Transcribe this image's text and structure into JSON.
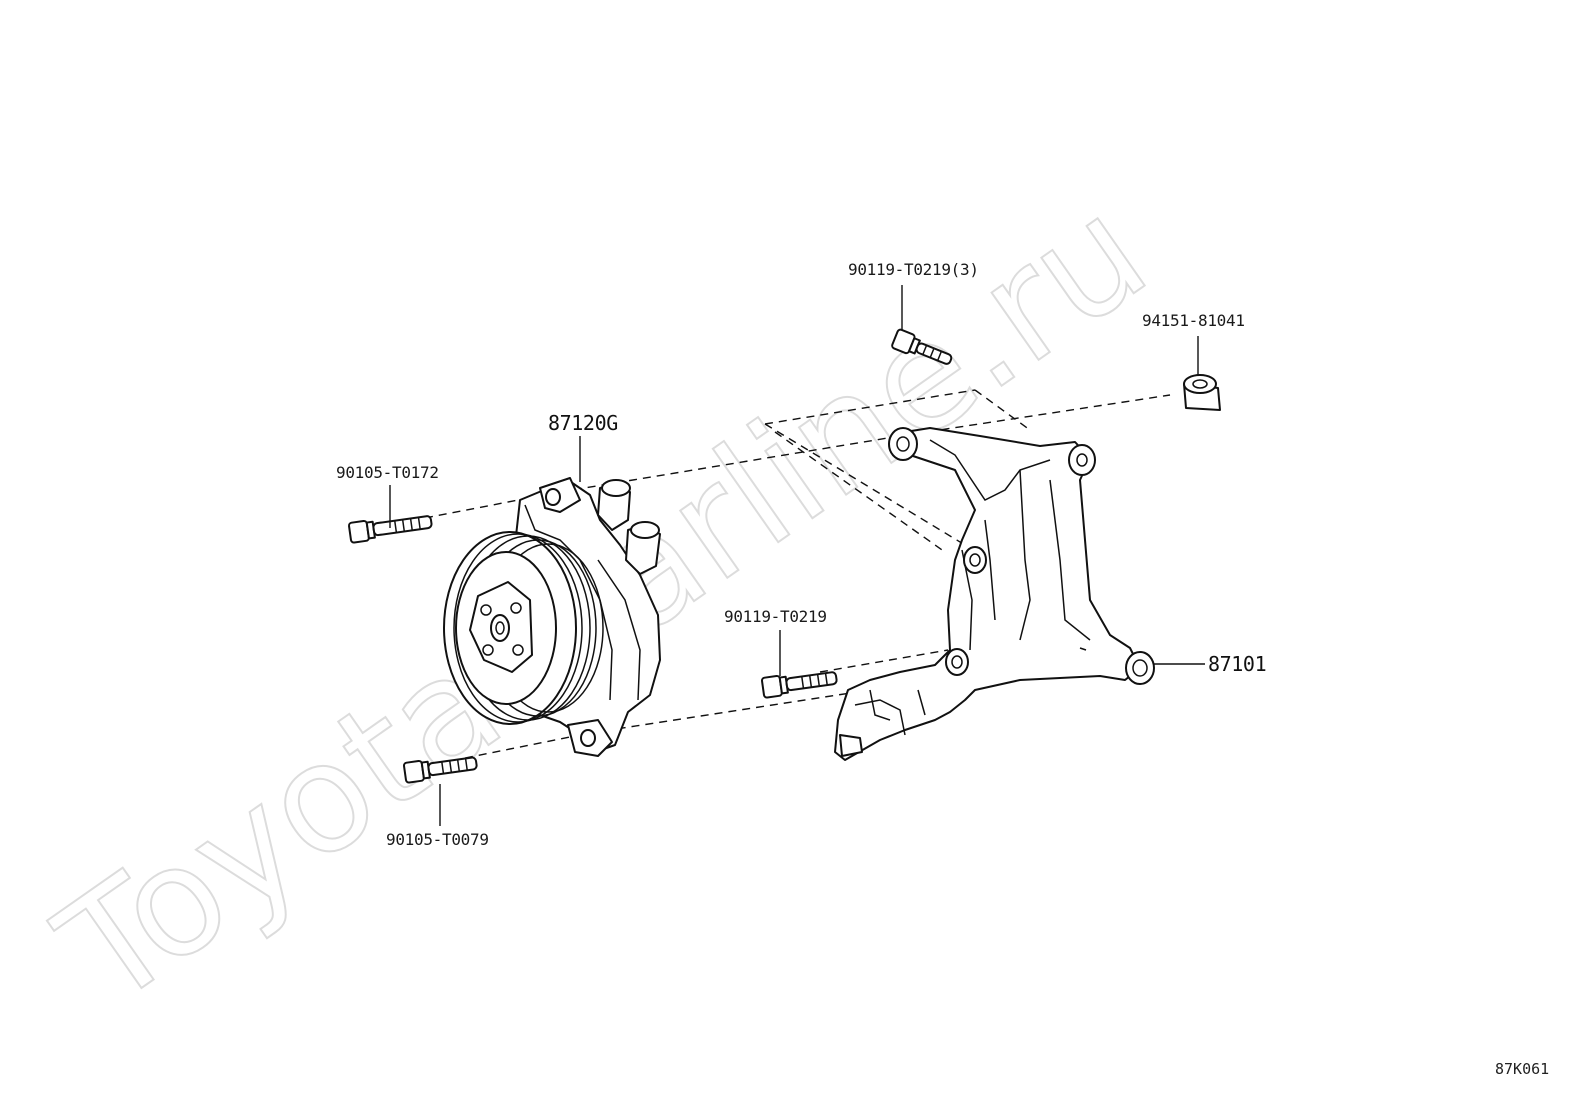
{
  "diagram_code": "87K061",
  "watermark": "Toyota-Carline.ru",
  "callouts": {
    "bolt_top_3": "90119-T0219(3)",
    "washer": "94151-81041",
    "pump_assy": "87120G",
    "bolt_left_upper": "90105-T0172",
    "bolt_center": "90119-T0219",
    "bracket": "87101",
    "bolt_left_lower": "90105-T0079"
  }
}
